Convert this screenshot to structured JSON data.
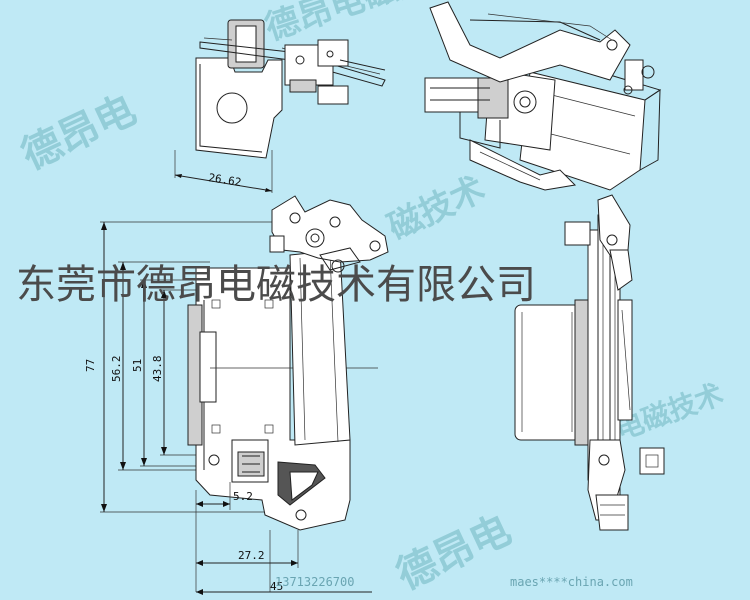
{
  "watermark": {
    "brand_top": "德昂电磁技术",
    "brand_left": "德昂电",
    "brand_mid": "磁技术",
    "brand_right": "电磁技术",
    "brand_bottom": "德昂电",
    "company_name": "东莞市德昂电磁技术有限公司",
    "phone_partial": "13713226700",
    "website_partial": "maes****china.com"
  },
  "dimensions": {
    "top_view_width": "26.62",
    "height_77": "77",
    "height_56_2": "56.2",
    "height_51": "51",
    "height_43_8": "43.8",
    "offset_5_2": "5.2",
    "width_27_2": "27.2",
    "width_45": "45"
  },
  "colors": {
    "background": "#bfe9f5",
    "line": "#222222",
    "watermark": "#8cc9d3",
    "company_text": "#4b4b4b"
  }
}
